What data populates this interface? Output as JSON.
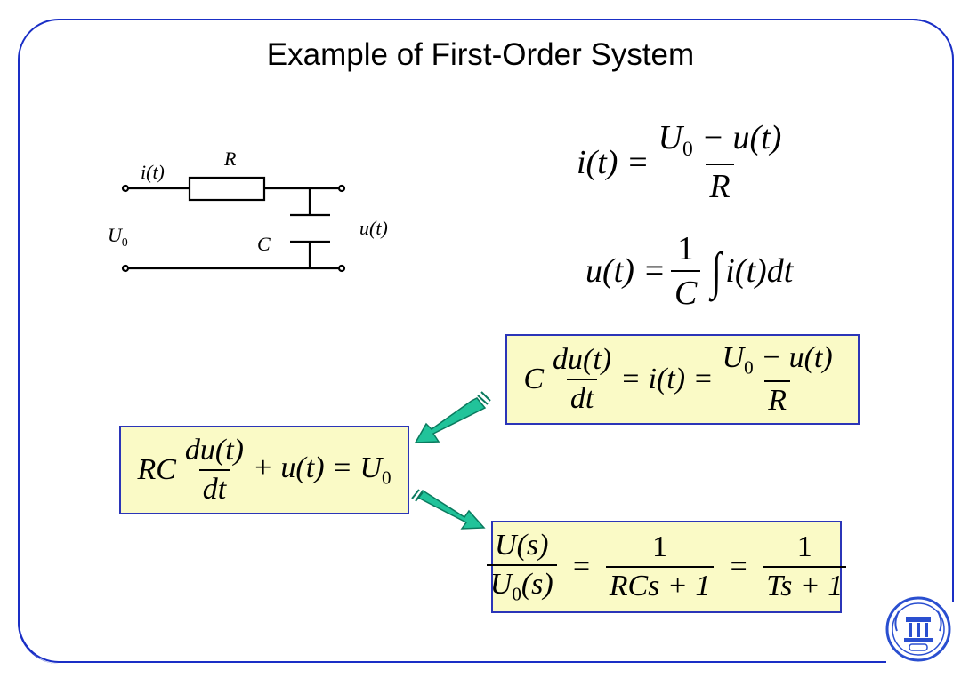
{
  "slide": {
    "title": "Example of First-Order System"
  },
  "circuit": {
    "current_label": "i(t)",
    "resistor_label": "R",
    "capacitor_label": "C",
    "input_label": "U",
    "input_sub": "0",
    "output_label": "u(t)"
  },
  "equations": {
    "eq1": {
      "lhs": "i(t) =",
      "num": "U",
      "num_sub": "0",
      "num_rest": " − u(t)",
      "den": "R"
    },
    "eq2": {
      "lhs": "u(t) =",
      "num": "1",
      "den": "C",
      "integral": "∫",
      "rest": "i(t)dt"
    },
    "box1": {
      "lead": "C",
      "num": "du(t)",
      "den": "dt",
      "mid": "= i(t) =",
      "num2": "U",
      "num2_sub": "0",
      "num2_rest": " − u(t)",
      "den2": "R"
    },
    "box2": {
      "lead": "RC",
      "num": "du(t)",
      "den": "dt",
      "rest": "+ u(t) = U",
      "rest_sub": "0"
    },
    "box3": {
      "num": "U(s)",
      "den": "U",
      "den_sub": "0",
      "den_rest": "(s)",
      "eq1": "=",
      "num2": "1",
      "den2": "RCs + 1",
      "eq2": "=",
      "num3": "1",
      "den3": "Ts + 1"
    }
  },
  "colors": {
    "frame": "#1a2fc6",
    "box_fill": "#fafac6",
    "box_border": "#2b35b8",
    "arrow": "#21c39a"
  },
  "icons": {
    "seal": "university-seal-icon",
    "arrow1": "arrow-down-left-icon",
    "arrow2": "arrow-down-right-icon"
  }
}
